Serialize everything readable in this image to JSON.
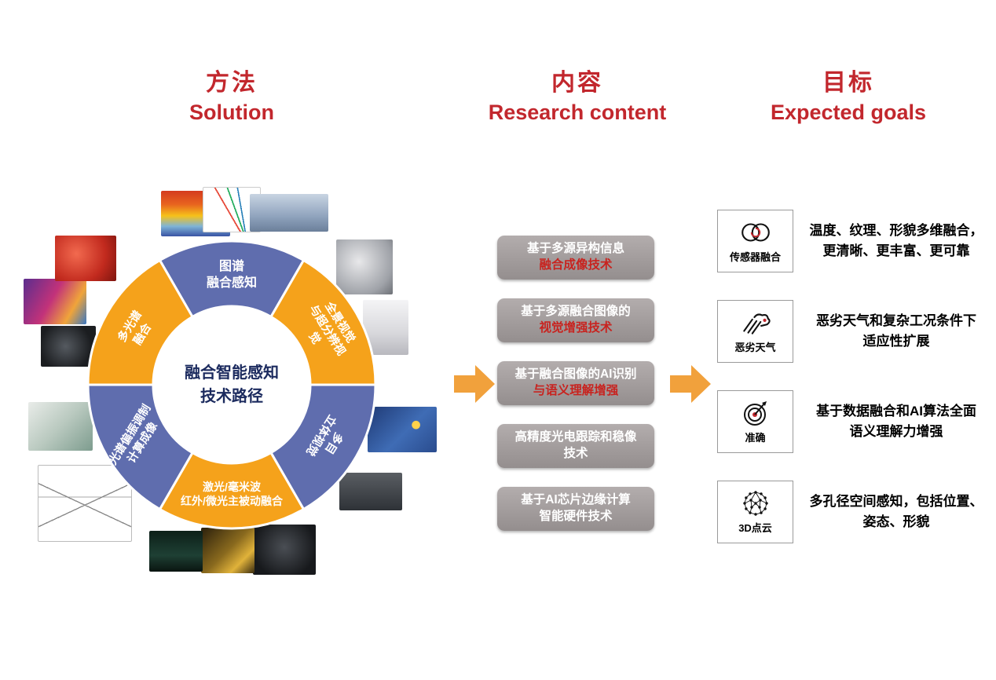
{
  "headers": {
    "solution": {
      "zh": "方法",
      "en": "Solution"
    },
    "content": {
      "zh": "内容",
      "en": "Research content"
    },
    "goals": {
      "zh": "目标",
      "en": "Expected goals"
    }
  },
  "colors": {
    "header_red": "#C2272D",
    "box_red_text": "#C8231F",
    "donut_blue": "#5F6DAE",
    "donut_yellow": "#F5A21B",
    "arrow_orange": "#F1A13C",
    "box_gray": "#9D9797",
    "center_text_navy": "#1B2A5E"
  },
  "solution": {
    "center_label": "融合智能感知\n技术路径",
    "segments": [
      {
        "label": "图谱\n融合感知",
        "color": "blue"
      },
      {
        "label": "全景视觉\n与超分辨视觉",
        "color": "yellow"
      },
      {
        "label": "多目\n立体视觉",
        "color": "blue"
      },
      {
        "label": "激光/毫米波\n红外/微光主被动融合",
        "color": "yellow"
      },
      {
        "label": "光谱偏振调制\n计算成像",
        "color": "blue"
      },
      {
        "label": "多光谱\n融合",
        "color": "yellow"
      }
    ],
    "images": [
      "thermal-fruit-cube",
      "spectral-curves-chart",
      "street-panorama",
      "multi-lens-cube-camera",
      "white-ptz-camera",
      "thermal-blocks-scene",
      "stereo-camera",
      "gimbal-camera",
      "infrared-gold-image",
      "low-light-ship-image",
      "optical-path-diagram",
      "optical-bench-setup",
      "black-lens-module",
      "hyperspectral-map",
      "red-berries-thermal"
    ]
  },
  "research": {
    "boxes": [
      {
        "line1": "基于多源异构信息",
        "line2": "融合成像技术",
        "line2_red": true
      },
      {
        "line1": "基于多源融合图像的",
        "line2": "视觉增强技术",
        "line2_red": true
      },
      {
        "line1": "基于融合图像的AI识别",
        "line2": "与语义理解增强",
        "line2_red": true
      },
      {
        "line1": "高精度光电跟踪和稳像",
        "line2": "技术",
        "line2_red": false
      },
      {
        "line1": "基于AI芯片边缘计算",
        "line2": "智能硬件技术",
        "line2_red": false
      }
    ]
  },
  "goals": {
    "items": [
      {
        "icon": "sensor-fusion-icon",
        "label": "传感器融合",
        "description": "温度、纹理、形貌多维融合，\n更清晰、更丰富、更可靠"
      },
      {
        "icon": "bad-weather-icon",
        "label": "恶劣天气",
        "description": "恶劣天气和复杂工况条件下\n适应性扩展"
      },
      {
        "icon": "accuracy-target-icon",
        "label": "准确",
        "description": "基于数据融合和AI算法全面\n语义理解力增强"
      },
      {
        "icon": "point-cloud-icon",
        "label": "3D点云",
        "description": "多孔径空间感知，包括位置、\n姿态、形貌"
      }
    ]
  }
}
